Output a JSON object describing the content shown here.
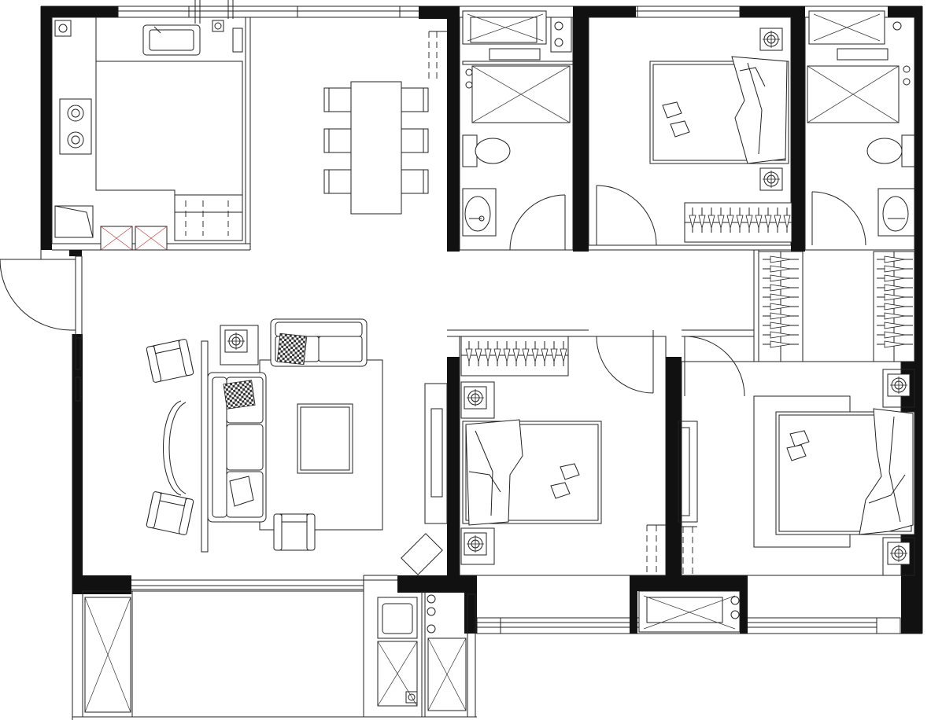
{
  "plan": {
    "title": "",
    "colors": {
      "walls": "#111111",
      "lines": "#222222",
      "background": "#ffffff",
      "appliance_cross": "#c33c3c"
    },
    "rooms": [
      "kitchen",
      "dining",
      "bathroom-1",
      "bedroom-1",
      "bathroom-2",
      "living",
      "bedroom-2",
      "master-bedroom",
      "balcony"
    ]
  }
}
